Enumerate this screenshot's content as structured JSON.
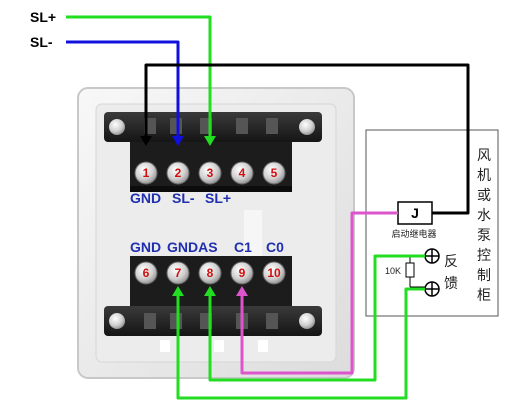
{
  "external_labels": {
    "sl_plus": "SL+",
    "sl_minus": "SL-"
  },
  "top_terminal_labels": {
    "gnd": "GND",
    "sl_minus": "SL-",
    "sl_plus": "SL+"
  },
  "bottom_terminal_labels": {
    "gnd": "GND",
    "gndas": "GNDAS",
    "c1": "C1",
    "c0": "C0"
  },
  "terminal_numbers": [
    "1",
    "2",
    "3",
    "4",
    "5",
    "6",
    "7",
    "8",
    "9",
    "10"
  ],
  "cabinet": {
    "title_chars": [
      "风",
      "机",
      "或",
      "水",
      "泵",
      "控",
      "制",
      "柜"
    ],
    "relay_symbol": "J",
    "relay_label": "启动继电器",
    "resistor_label": "10K",
    "feedback_chars": [
      "反",
      "馈"
    ]
  },
  "colors": {
    "sl_plus_wire": "#22dd22",
    "sl_minus_wire": "#1010dd",
    "gnd_wire": "#000000",
    "relay_wire": "#dd55cc",
    "feedback_wire": "#22dd22",
    "terminal_label": "#1f2fb0",
    "terminal_number": "#d01010"
  }
}
